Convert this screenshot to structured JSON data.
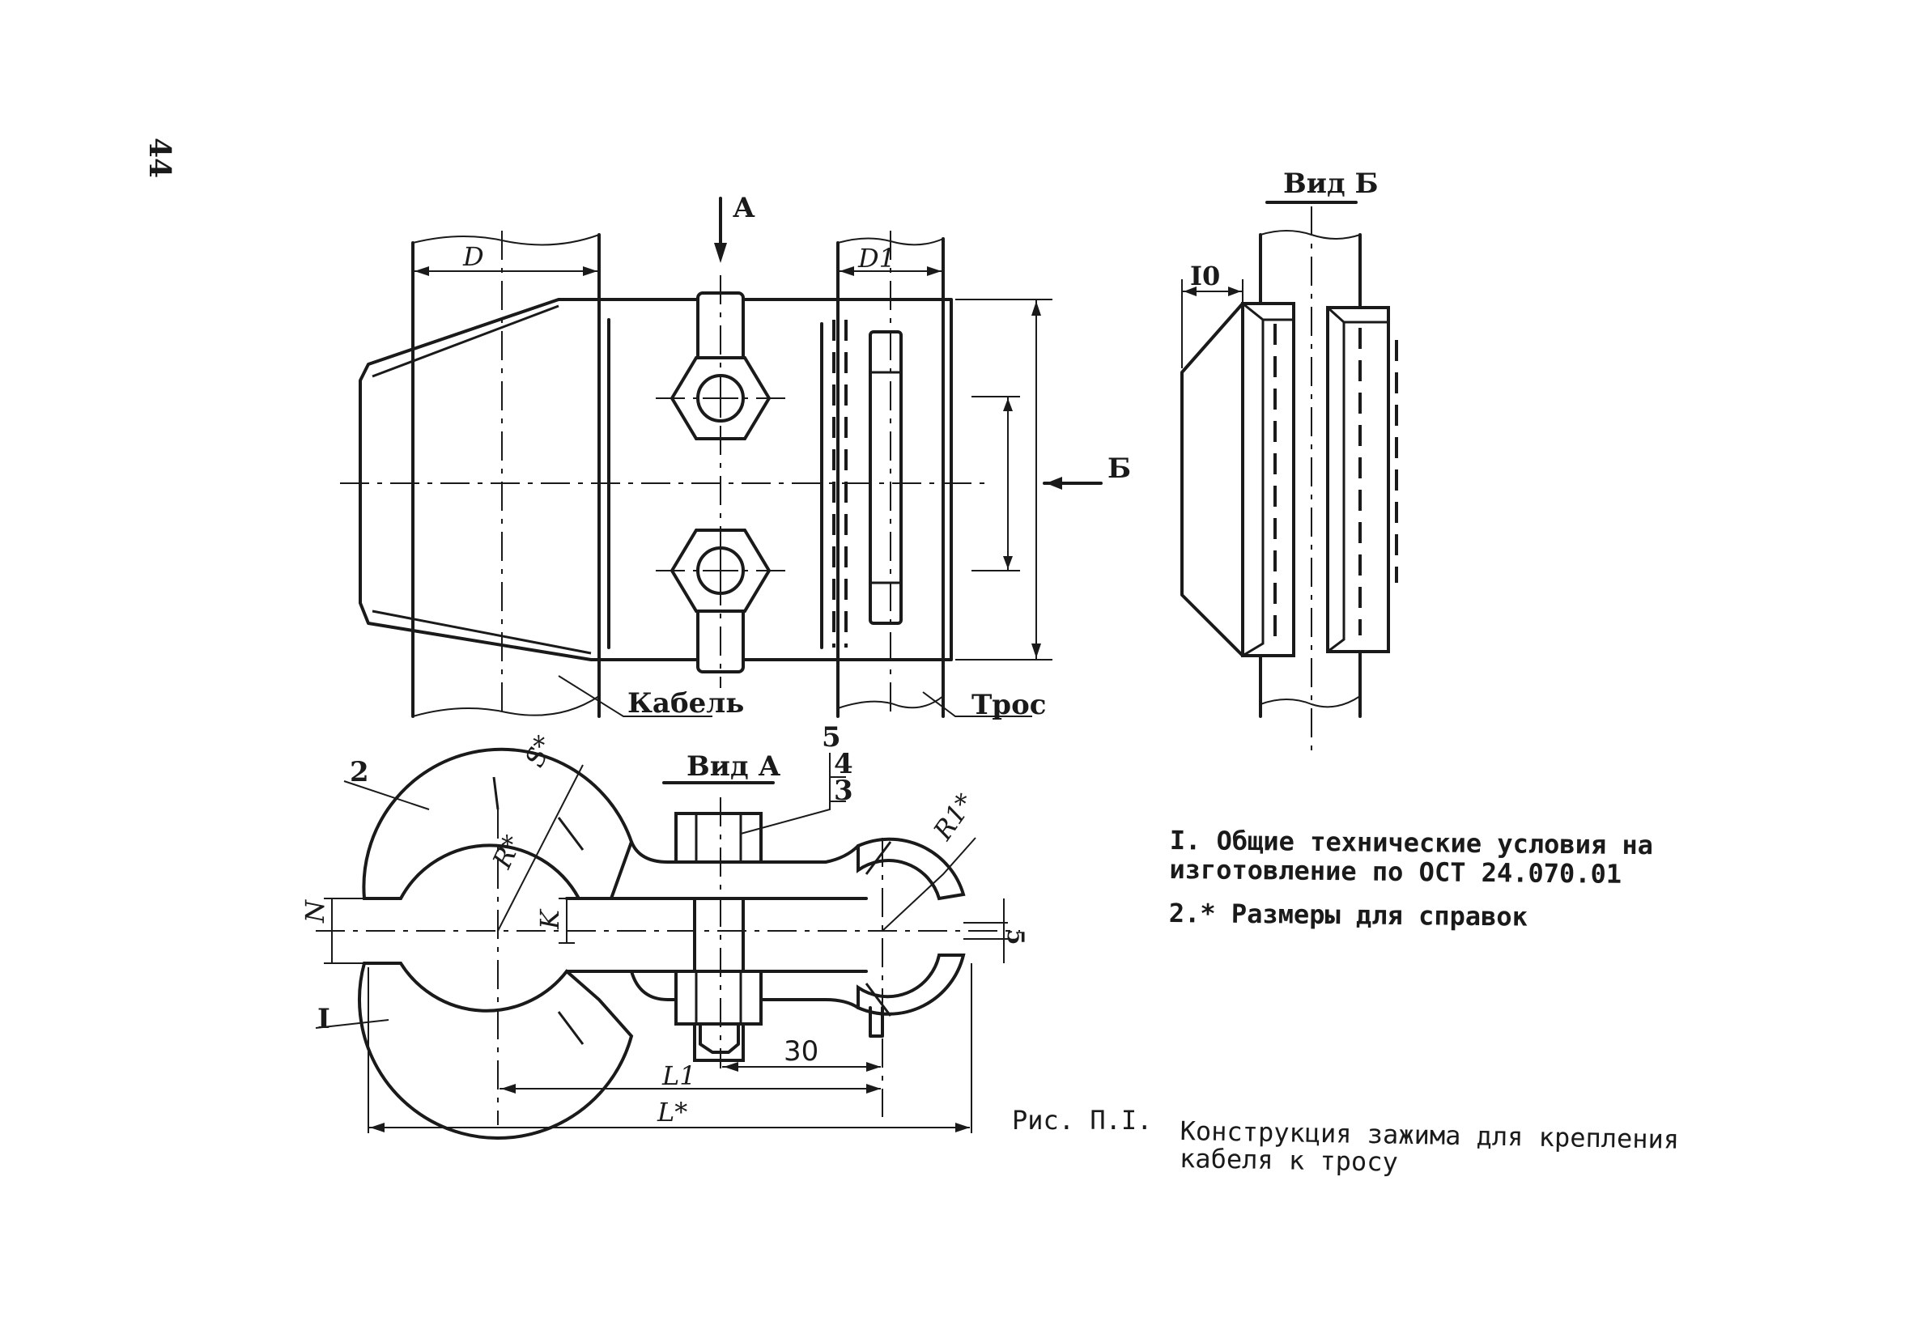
{
  "page_number": "44",
  "view_labels": {
    "arrow_a": "А",
    "arrow_b": "Б",
    "view_b": "Вид Б",
    "view_a": "Вид А"
  },
  "callouts": {
    "cable": "Кабель",
    "rope": "Трос",
    "part_1": "I",
    "part_2": "2",
    "part_3": "3",
    "part_4": "4",
    "part_5": "5"
  },
  "dimensions": {
    "d": "D",
    "d1": "D1",
    "width_10": "I0",
    "s": "S*",
    "r": "R*",
    "r1": "R1*",
    "n": "N",
    "k": "K",
    "gap": "5",
    "len_30": "30",
    "l1": "L1",
    "l": "L*"
  },
  "notes": [
    "I. Общие технические условия на",
    "   изготовление по ОСТ 24.070.01",
    "2.* Размеры для справок"
  ],
  "caption": {
    "label": "Рис. П.I.",
    "line1": "Конструкция зажима для крепления",
    "line2": "кабеля к тросу"
  }
}
